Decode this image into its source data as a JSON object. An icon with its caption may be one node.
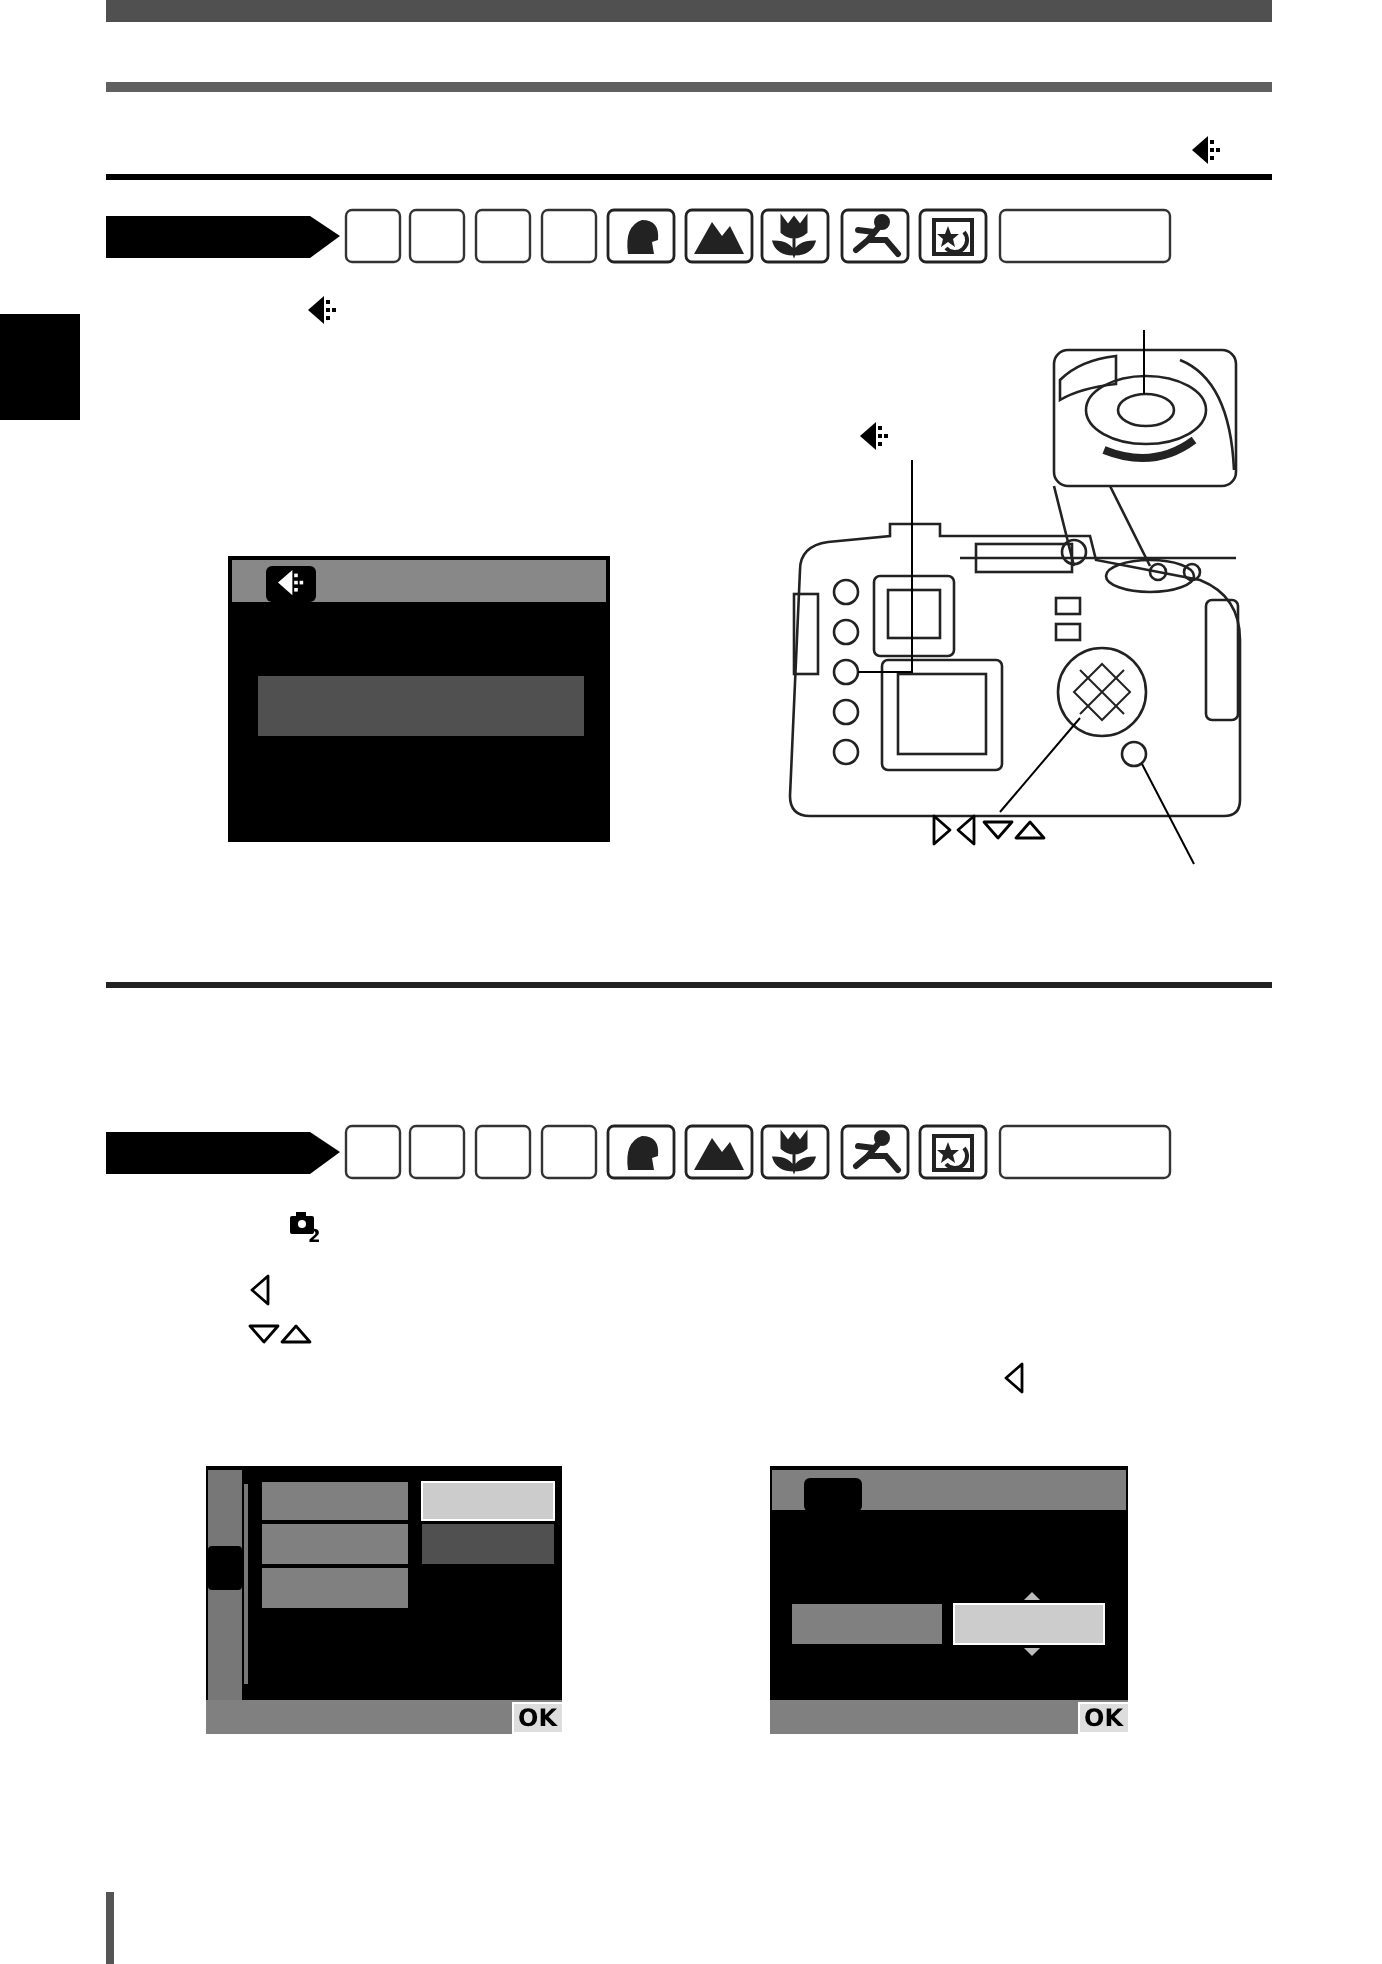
{
  "diagram": {
    "nodes": [
      {
        "text": [],
        "shape": "icon"
      },
      {
        "text": [],
        "shape": "circle"
      },
      {
        "text": [],
        "shape": "icon"
      },
      {
        "text": [],
        "shape": "circle"
      },
      {
        "text": [],
        "shape": "circle"
      },
      {
        "text": [],
        "shape": "circle"
      }
    ],
    "edges": [
      {
        "from": 0,
        "to": 1,
        "arrow": "none"
      },
      {
        "from": 2,
        "to": 3,
        "arrow": "none"
      },
      {
        "from": null,
        "to": 4,
        "arrow": "none"
      },
      {
        "from": null,
        "to": 5,
        "arrow": "none"
      }
    ],
    "labels": [
      "2",
      "OK",
      "OK"
    ]
  }
}
